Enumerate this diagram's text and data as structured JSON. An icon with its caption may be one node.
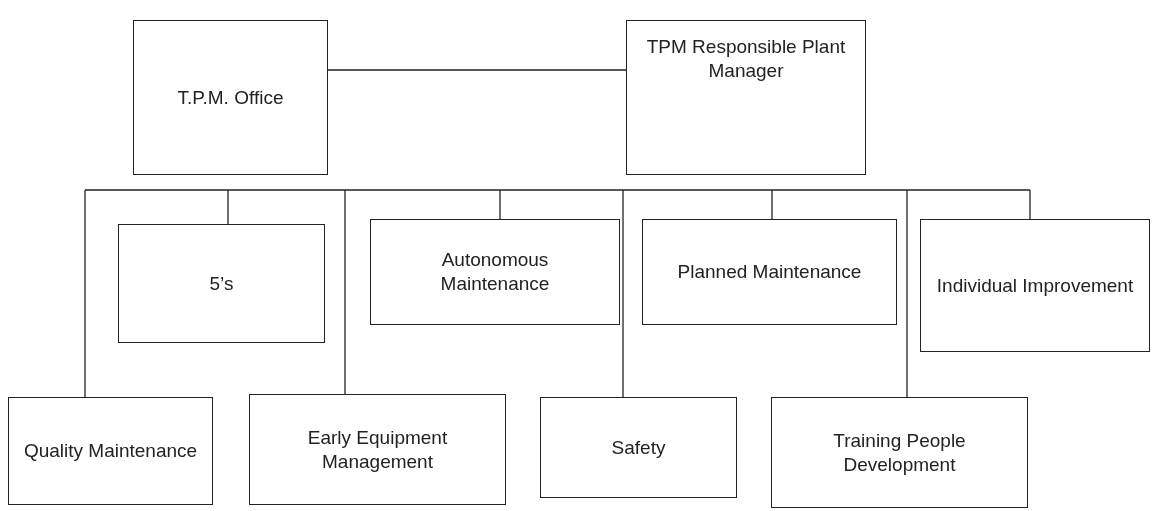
{
  "diagram": {
    "nodes": [
      {
        "text": [
          "T.P.M. Office"
        ]
      },
      {
        "text": [
          "TPM Responsible Plant Manager"
        ]
      },
      {
        "text": [
          "5’s"
        ]
      },
      {
        "text": [
          "Autonomous Maintenance"
        ]
      },
      {
        "text": [
          "Planned Maintenance"
        ]
      },
      {
        "text": [
          "Individual Improvement"
        ]
      },
      {
        "text": [
          "Quality Maintenance"
        ]
      },
      {
        "text": [
          "Early Equipment Management"
        ]
      },
      {
        "text": [
          "Safety"
        ]
      },
      {
        "text": [
          "Training People Development"
        ]
      }
    ],
    "edges": [
      {
        "from": 0,
        "to": 1,
        "arrow": "none"
      },
      {
        "from": null,
        "to": 2,
        "arrow": "none"
      },
      {
        "from": null,
        "to": 3,
        "arrow": "none"
      },
      {
        "from": null,
        "to": 4,
        "arrow": "none"
      },
      {
        "from": null,
        "to": 5,
        "arrow": "none"
      },
      {
        "from": null,
        "to": 6,
        "arrow": "none"
      },
      {
        "from": null,
        "to": 7,
        "arrow": "none"
      },
      {
        "from": null,
        "to": 8,
        "arrow": "none"
      },
      {
        "from": null,
        "to": 9,
        "arrow": "none"
      }
    ]
  }
}
